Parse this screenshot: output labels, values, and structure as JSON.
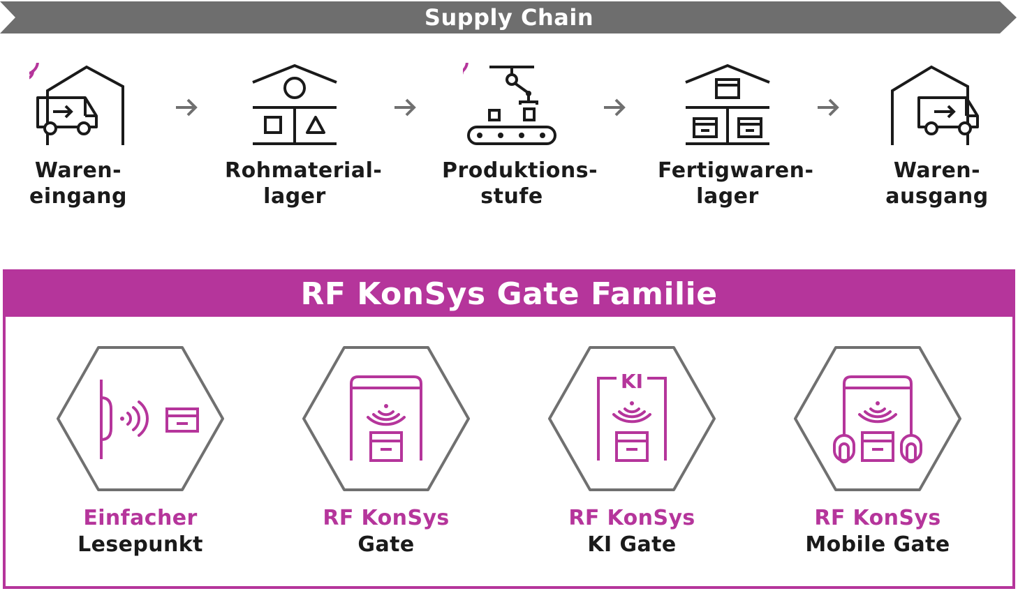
{
  "supply_chain": {
    "title": "Supply Chain",
    "stages": [
      {
        "line1": "Waren-",
        "line2": "eingang",
        "icon": "warehouse-truck-in-icon"
      },
      {
        "line1": "Rohmaterial-",
        "line2": "lager",
        "icon": "raw-material-storage-icon"
      },
      {
        "line1": "Produktions-",
        "line2": "stufe",
        "icon": "production-robot-conveyor-icon"
      },
      {
        "line1": "Fertigwaren-",
        "line2": "lager",
        "icon": "finished-goods-storage-icon"
      },
      {
        "line1": "Waren-",
        "line2": "ausgang",
        "icon": "warehouse-truck-out-icon"
      }
    ]
  },
  "gate_family": {
    "title": "RF KonSys Gate Familie",
    "items": [
      {
        "line1": "Einfacher",
        "line2": "Lesepunkt",
        "icon": "single-reader-point-icon"
      },
      {
        "line1": "RF KonSys",
        "line2": "Gate",
        "icon": "rf-gate-icon"
      },
      {
        "line1": "RF KonSys",
        "line2": "KI Gate",
        "icon": "ki-gate-icon",
        "icon_text": "KI"
      },
      {
        "line1": "RF KonSys",
        "line2": "Mobile Gate",
        "icon": "mobile-gate-icon"
      }
    ]
  },
  "colors": {
    "banner": "#6e6e6e",
    "accent": "#b5359b",
    "icon_stroke": "#1a1a1a",
    "hex_stroke": "#707070",
    "arrow": "#707070"
  }
}
